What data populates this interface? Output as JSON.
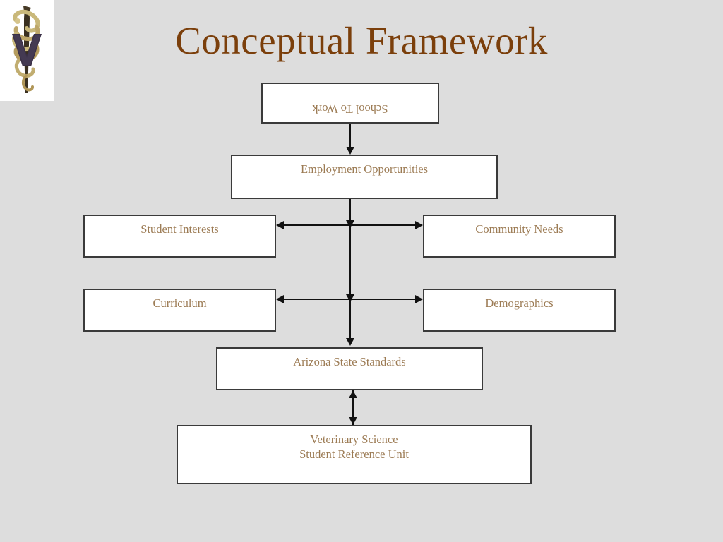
{
  "slide": {
    "title": "Conceptual Framework",
    "background_color": "#dddddd",
    "title_color": "#7B3F0B",
    "node_text_color": "#9C7B54",
    "node_border_color": "#3a3a3a",
    "node_fill_color": "#ffffff",
    "connector_color": "#111111"
  },
  "logo": {
    "name": "veterinary-caduceus-logo",
    "description": "Veterinary caduceus emblem with V and snake"
  },
  "nodes": [
    {
      "id": "school-to-work",
      "label": "School To Work",
      "rotated_180": true
    },
    {
      "id": "employment-opportunities",
      "label": "Employment Opportunities",
      "rotated_180": false
    },
    {
      "id": "student-interests",
      "label": "Student Interests",
      "rotated_180": false
    },
    {
      "id": "community-needs",
      "label": "Community Needs",
      "rotated_180": false
    },
    {
      "id": "curriculum",
      "label": "Curriculum",
      "rotated_180": false
    },
    {
      "id": "demographics",
      "label": "Demographics",
      "rotated_180": false
    },
    {
      "id": "arizona-state-standards",
      "label": "Arizona State Standards",
      "rotated_180": false
    },
    {
      "id": "veterinary-science-student-reference-unit",
      "label": "Veterinary Science\nStudent Reference Unit",
      "rotated_180": false
    }
  ],
  "connectors": [
    {
      "from": "school-to-work",
      "to": "employment-opportunities",
      "direction": "down"
    },
    {
      "from": "employment-opportunities",
      "to": "student-interests",
      "direction": "left"
    },
    {
      "from": "employment-opportunities",
      "to": "community-needs",
      "direction": "right"
    },
    {
      "from": "employment-opportunities",
      "to": "curriculum",
      "direction": "left"
    },
    {
      "from": "employment-opportunities",
      "to": "demographics",
      "direction": "right"
    },
    {
      "from": "employment-opportunities",
      "to": "arizona-state-standards",
      "direction": "down"
    },
    {
      "from": "arizona-state-standards",
      "to": "veterinary-science-student-reference-unit",
      "direction": "both"
    }
  ]
}
